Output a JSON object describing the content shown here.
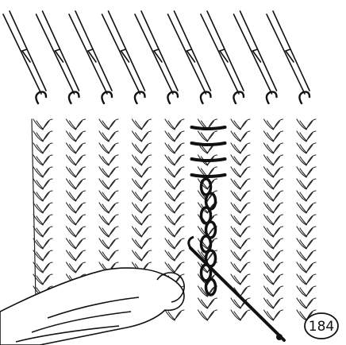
{
  "figure": {
    "number": "184",
    "ink_color": "#111111",
    "paper_color": "#ffffff",
    "needle_count": 9,
    "knit_rows": 17,
    "highlighted_column": 5,
    "crochet_hook": "latch-tool-reforming-dropped-stitches",
    "hand": "left-hand-holding-fabric"
  }
}
